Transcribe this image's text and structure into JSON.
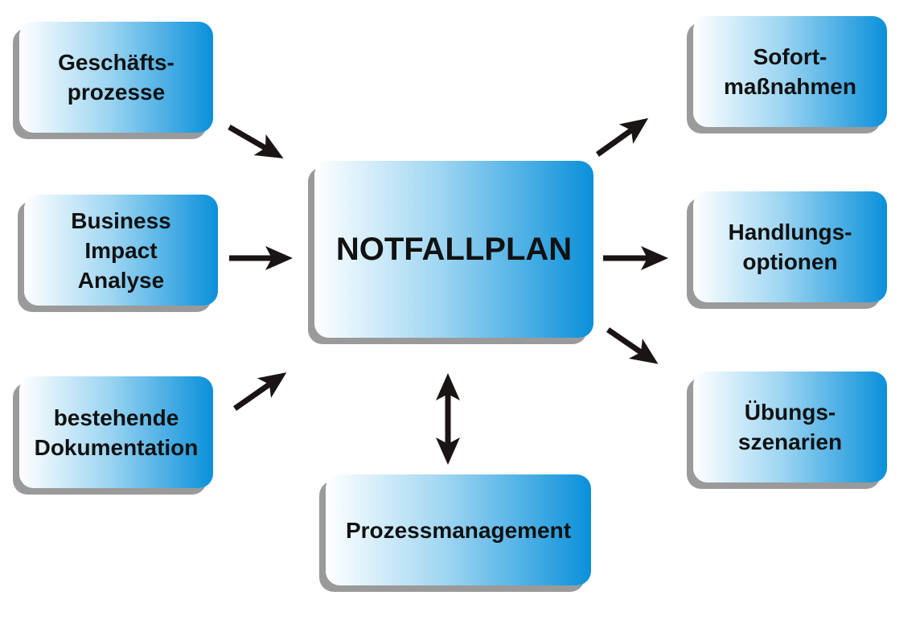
{
  "inputs": [
    {
      "label": "Geschäfts-\nprozesse"
    },
    {
      "label": "Business\nImpact\nAnalyse"
    },
    {
      "label": "bestehende\nDokumentation"
    }
  ],
  "center": {
    "label": "NOTFALLPLAN"
  },
  "bottom": {
    "label": "Prozessmanagement"
  },
  "outputs": [
    {
      "label": "Sofort-\nmaßnahmen"
    },
    {
      "label": "Handlungs-\noptionen"
    },
    {
      "label": "Übungs-\nszenarien"
    }
  ],
  "colors": {
    "gradient_start": "#ffffff",
    "gradient_end": "#0a90da",
    "shadow": "#9a9a9a",
    "arrow": "#1a1414"
  }
}
